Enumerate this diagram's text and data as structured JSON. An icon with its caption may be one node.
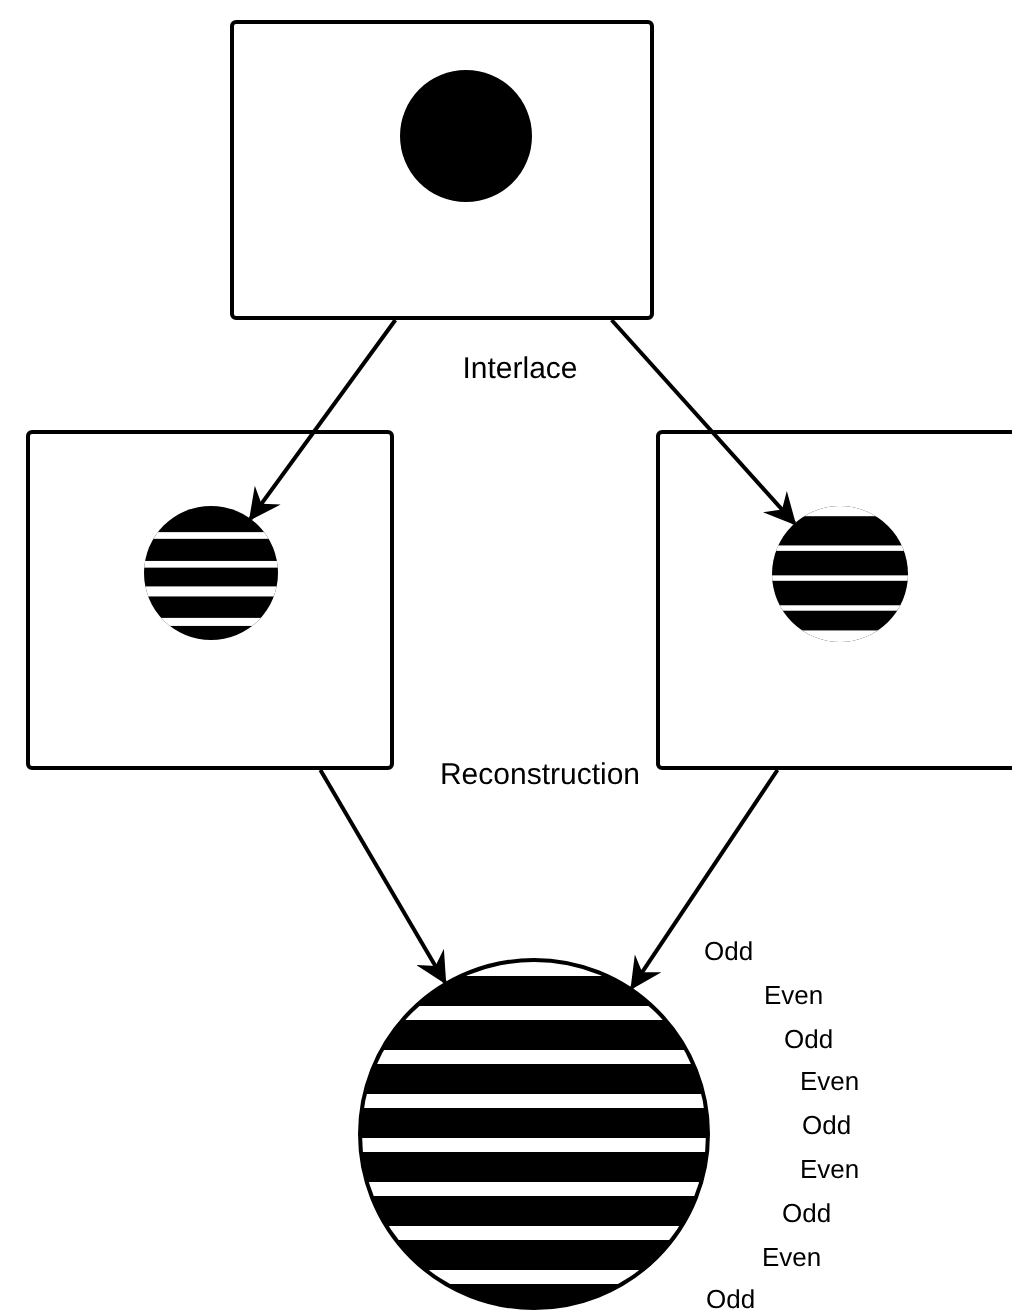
{
  "diagram": {
    "nodes": [
      {
        "text": [],
        "shape": "box"
      },
      {
        "text": [],
        "shape": "circle",
        "in": 0
      },
      {
        "text": [],
        "shape": "box"
      },
      {
        "text": [],
        "shape": "circle",
        "in": 2
      },
      {
        "text": [],
        "shape": "box"
      },
      {
        "text": [],
        "shape": "circle",
        "in": 4
      },
      {
        "text": [],
        "shape": "circle"
      }
    ],
    "edges": [
      {
        "from": 0,
        "to": 3,
        "arrow": "to"
      },
      {
        "from": 0,
        "to": 5,
        "arrow": "to"
      },
      {
        "from": 2,
        "to": 6,
        "arrow": "to"
      },
      {
        "from": 4,
        "to": 6,
        "arrow": "to"
      }
    ],
    "labels": [
      "Interlace",
      "Reconstruction",
      "Odd",
      "Even",
      "Odd",
      "Even",
      "Odd",
      "Even",
      "Odd",
      "Even",
      "Odd"
    ]
  }
}
